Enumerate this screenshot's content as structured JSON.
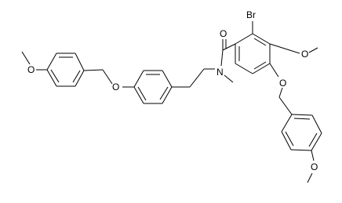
{
  "structure": {
    "atom_labels": {
      "bromine": "Br",
      "carbonyl_oxygen": "O",
      "amide_nitrogen": "N",
      "ring_methoxy_oxygen": "O",
      "ring_benzyloxy_oxygen": "O",
      "left_ether_oxygen": "O",
      "left_methoxy_oxygen": "O",
      "bottom_methoxy_oxygen": "O"
    }
  }
}
